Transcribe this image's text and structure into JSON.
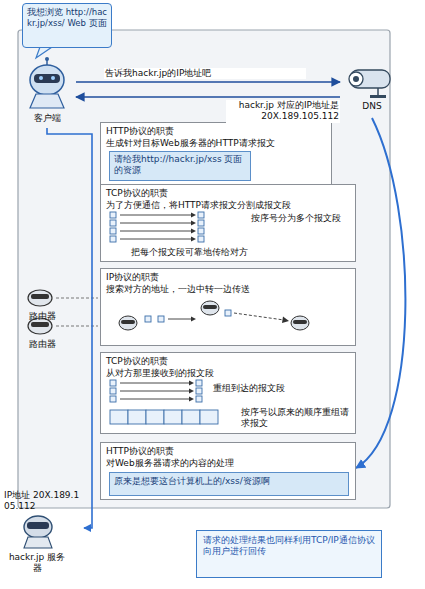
{
  "diagram": {
    "nodes": [
      {
        "text": [
          "我想浏览 http://hackr.jp/xss/ Web 页面"
        ]
      },
      {
        "text": [
          "客户端"
        ]
      },
      {
        "text": [
          "DNS"
        ]
      },
      {
        "text": [
          "HTTP协议的职责",
          "生成针对目标Web服务器的HTTP请求报文"
        ]
      },
      {
        "text": [
          "请给我http://hackr.jp/xss 页面的资源"
        ],
        "in": 3
      },
      {
        "text": [
          "TCP协议的职责",
          "为了方便通信，将HTTP请求报文分割成报文段",
          "按序号分为多个报文段",
          "把每个报文段可靠地传给对方"
        ]
      },
      {
        "text": [
          "IP协议的职责",
          "搜索对方的地址，一边中转一边传送"
        ]
      },
      {
        "text": [
          "TCP协议的职责",
          "从对方那里接收到的报文段",
          "重组到达的报文段",
          "按序号以原来的顺序重组请求报文"
        ]
      },
      {
        "text": [
          "HTTP协议的职责",
          "对Web服务器请求的内容的处理"
        ]
      },
      {
        "text": [
          "原来是想要这台计算机上的/xss/资源啊"
        ],
        "in": 8
      },
      {
        "text": [
          "IP地址 20X.189.105.112",
          "hackr.jp 服务器"
        ]
      },
      {
        "text": [
          "请求的处理结果也同样利用TCP/IP通信协议向用户进行回传"
        ]
      }
    ],
    "edges": [
      {
        "from": 1,
        "to": 2,
        "arrow": "to",
        "label": "告诉我hackr.jp的IP地址吧"
      },
      {
        "from": 2,
        "to": 1,
        "arrow": "to",
        "label": "hackr.jp 对应的IP地址是 20X.189.105.112"
      },
      {
        "from": 2,
        "to": 8,
        "arrow": "to"
      },
      {
        "from": 1,
        "to": 10,
        "arrow": "to"
      }
    ],
    "labels": [
      "路由器",
      "路由器"
    ]
  }
}
